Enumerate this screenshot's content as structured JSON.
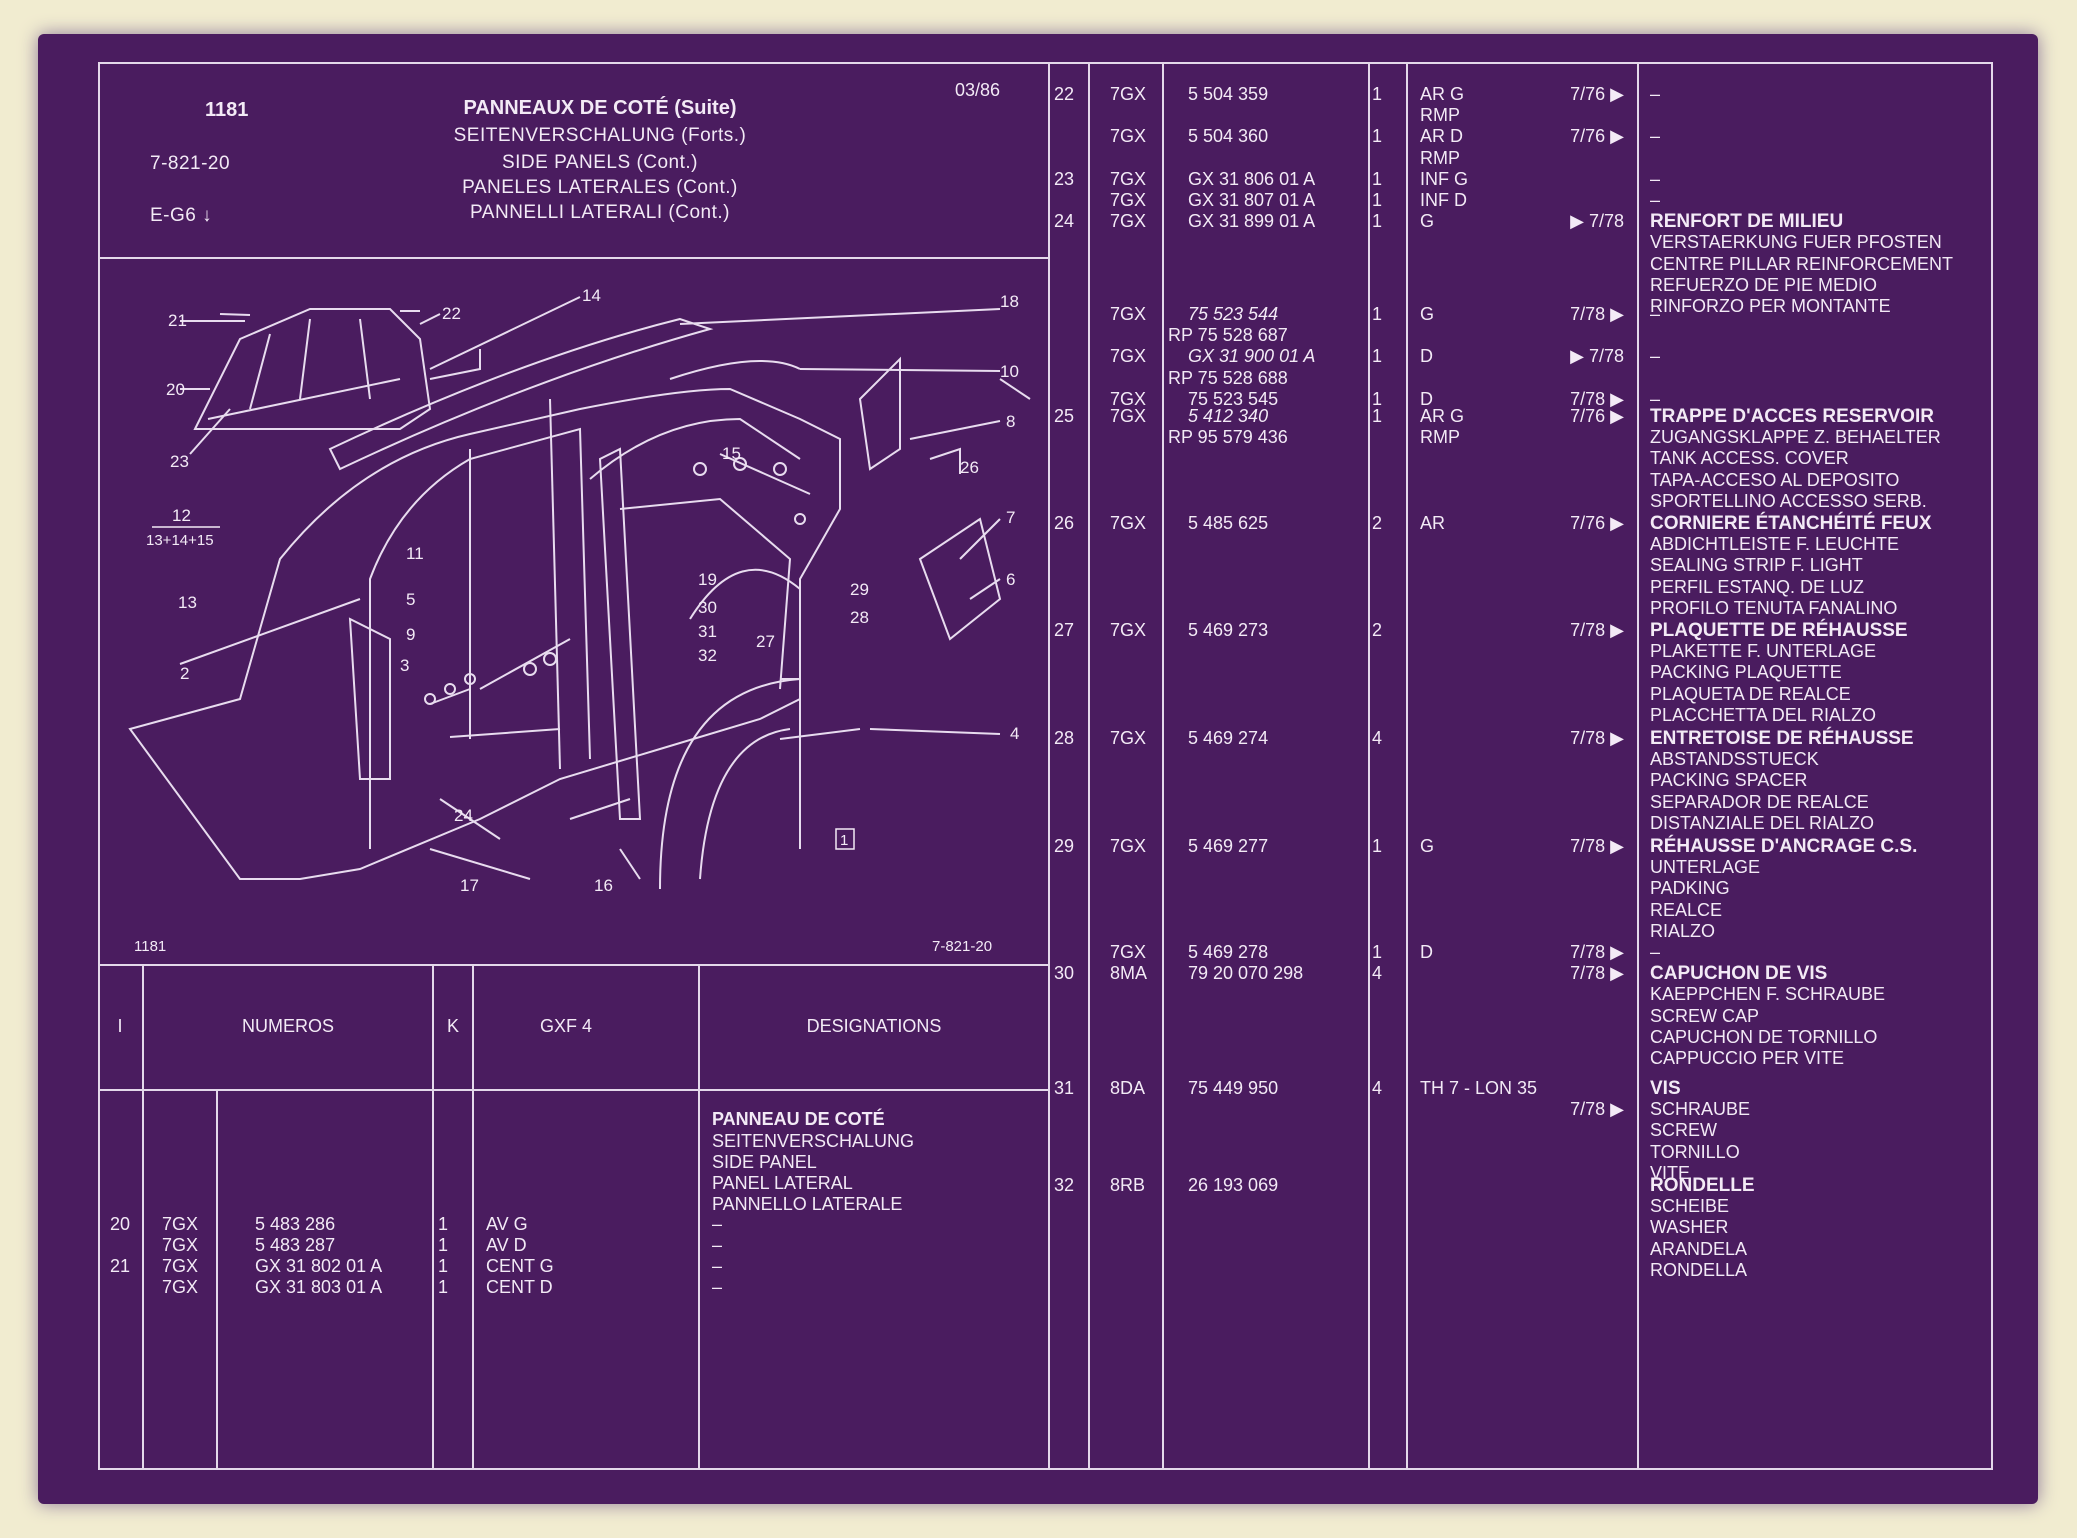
{
  "header": {
    "section": "1181",
    "ref": "7-821-20",
    "engine": "E-G6 ↓",
    "date": "03/86",
    "titles": [
      "PANNEAUX DE COTÉ (Suite)",
      "SEITENVERSCHALUNG (Forts.)",
      "SIDE PANELS (Cont.)",
      "PANELES LATERALES (Cont.)",
      "PANNELLI LATERALI (Cont.)"
    ]
  },
  "diagram": {
    "footer_left": "1181",
    "footer_right": "7-821-20",
    "callouts": [
      "21",
      "22",
      "14",
      "18",
      "10",
      "8",
      "26",
      "20",
      "23",
      "12",
      "13+14+15",
      "15",
      "7",
      "6",
      "11",
      "13",
      "5",
      "9",
      "19",
      "30",
      "29",
      "31",
      "28",
      "27",
      "32",
      "3",
      "2",
      "4",
      "24",
      "17",
      "16",
      "1"
    ]
  },
  "table_header": {
    "col_i": "I",
    "col_numeros": "NUMEROS",
    "col_k": "K",
    "col_gxf": "GXF 4",
    "col_designations": "DESIGNATIONS"
  },
  "left_panel": {
    "designation_lines": [
      "PANNEAU DE COTÉ",
      "SEITENVERSCHALUNG",
      "SIDE PANEL",
      "PANEL LATERAL",
      "PANNELLO LATERALE"
    ],
    "rows": [
      {
        "i": "20",
        "type": "7GX",
        "num": "5 483 286",
        "k": "1",
        "gxf": "AV G",
        "des": "–"
      },
      {
        "i": "",
        "type": "7GX",
        "num": "5 483 287",
        "k": "1",
        "gxf": "AV D",
        "des": "–"
      },
      {
        "i": "21",
        "type": "7GX",
        "num": "GX 31 802 01 A",
        "k": "1",
        "gxf": "CENT G",
        "des": "–"
      },
      {
        "i": "",
        "type": "7GX",
        "num": "GX 31 803 01 A",
        "k": "1",
        "gxf": "CENT D",
        "des": "–"
      }
    ]
  },
  "right_panel": {
    "rows": [
      {
        "i": "22",
        "type": "7GX",
        "num": "5 504 359",
        "k": "1",
        "gxf": "AR G",
        "date": "7/76 ▶",
        "des": "–"
      },
      {
        "i": "",
        "type": "",
        "num": "",
        "k": "",
        "gxf": "RMP",
        "date": "",
        "des": ""
      },
      {
        "i": "",
        "type": "7GX",
        "num": "5 504 360",
        "k": "1",
        "gxf": "AR D",
        "date": "7/76 ▶",
        "des": "–"
      },
      {
        "i": "",
        "type": "",
        "num": "",
        "k": "",
        "gxf": "RMP",
        "date": "",
        "des": ""
      },
      {
        "i": "23",
        "type": "7GX",
        "num": "GX 31 806 01 A",
        "k": "1",
        "gxf": "INF G",
        "date": "",
        "des": "–"
      },
      {
        "i": "",
        "type": "7GX",
        "num": "GX 31 807 01 A",
        "k": "1",
        "gxf": "INF D",
        "date": "",
        "des": "–"
      },
      {
        "i": "24",
        "type": "7GX",
        "num": "GX 31 899 01 A",
        "k": "1",
        "gxf": "G",
        "date": "▶ 7/78",
        "des": "RENFORT DE MILIEU",
        "bold": true
      },
      {
        "i": "",
        "type": "",
        "num": "",
        "k": "",
        "gxf": "",
        "date": "",
        "des": "VERSTAERKUNG FUER PFOSTEN"
      },
      {
        "i": "",
        "type": "",
        "num": "",
        "k": "",
        "gxf": "",
        "date": "",
        "des": "CENTRE PILLAR REINFORCEMENT"
      },
      {
        "i": "",
        "type": "",
        "num": "",
        "k": "",
        "gxf": "",
        "date": "",
        "des": "REFUERZO DE PIE MEDIO"
      },
      {
        "i": "",
        "type": "",
        "num": "",
        "k": "",
        "gxf": "",
        "date": "",
        "des": "RINFORZO PER MONTANTE"
      },
      {
        "i": "",
        "type": "7GX",
        "num": "75 523 544",
        "k": "1",
        "gxf": "G",
        "date": "7/78 ▶",
        "des": "–",
        "italic": true
      },
      {
        "i": "",
        "type": "",
        "num": "RP 75 528 687",
        "k": "",
        "gxf": "",
        "date": "",
        "des": "",
        "rp": true
      },
      {
        "i": "",
        "type": "7GX",
        "num": "GX 31 900 01 A",
        "k": "1",
        "gxf": "D",
        "date": "▶ 7/78",
        "des": "–",
        "italic": true
      },
      {
        "i": "",
        "type": "",
        "num": "RP 75 528 688",
        "k": "",
        "gxf": "",
        "date": "",
        "des": "",
        "rp": true
      },
      {
        "i": "",
        "type": "7GX",
        "num": "75 523 545",
        "k": "1",
        "gxf": "D",
        "date": "7/78 ▶",
        "des": "–"
      },
      {
        "i": "25",
        "type": "7GX",
        "num": "5 412 340",
        "k": "1",
        "gxf": "AR G",
        "date": "7/76 ▶",
        "des": "TRAPPE D'ACCES RESERVOIR",
        "bold": true,
        "italic": true
      },
      {
        "i": "",
        "type": "",
        "num": "RP 95 579 436",
        "k": "",
        "gxf": "RMP",
        "date": "",
        "des": "ZUGANGSKLAPPE Z. BEHAELTER",
        "rp": true
      },
      {
        "i": "",
        "type": "",
        "num": "",
        "k": "",
        "gxf": "",
        "date": "",
        "des": "TANK ACCESS. COVER"
      },
      {
        "i": "",
        "type": "",
        "num": "",
        "k": "",
        "gxf": "",
        "date": "",
        "des": "TAPA-ACCESO AL DEPOSITO"
      },
      {
        "i": "",
        "type": "",
        "num": "",
        "k": "",
        "gxf": "",
        "date": "",
        "des": "SPORTELLINO ACCESSO SERB."
      },
      {
        "i": "26",
        "type": "7GX",
        "num": "5 485 625",
        "k": "2",
        "gxf": "AR",
        "date": "7/76 ▶",
        "des": "CORNIERE ÉTANCHÉITÉ FEUX",
        "bold": true
      },
      {
        "i": "",
        "type": "",
        "num": "",
        "k": "",
        "gxf": "",
        "date": "",
        "des": "ABDICHTLEISTE F. LEUCHTE"
      },
      {
        "i": "",
        "type": "",
        "num": "",
        "k": "",
        "gxf": "",
        "date": "",
        "des": "SEALING STRIP F. LIGHT"
      },
      {
        "i": "",
        "type": "",
        "num": "",
        "k": "",
        "gxf": "",
        "date": "",
        "des": "PERFIL ESTANQ. DE LUZ"
      },
      {
        "i": "",
        "type": "",
        "num": "",
        "k": "",
        "gxf": "",
        "date": "",
        "des": "PROFILO TENUTA FANALINO"
      },
      {
        "i": "27",
        "type": "7GX",
        "num": "5 469 273",
        "k": "2",
        "gxf": "",
        "date": "7/78 ▶",
        "des": "PLAQUETTE DE RÉHAUSSE",
        "bold": true
      },
      {
        "i": "",
        "type": "",
        "num": "",
        "k": "",
        "gxf": "",
        "date": "",
        "des": "PLAKETTE F. UNTERLAGE"
      },
      {
        "i": "",
        "type": "",
        "num": "",
        "k": "",
        "gxf": "",
        "date": "",
        "des": "PACKING PLAQUETTE"
      },
      {
        "i": "",
        "type": "",
        "num": "",
        "k": "",
        "gxf": "",
        "date": "",
        "des": "PLAQUETA DE REALCE"
      },
      {
        "i": "",
        "type": "",
        "num": "",
        "k": "",
        "gxf": "",
        "date": "",
        "des": "PLACCHETTA DEL RIALZO"
      },
      {
        "i": "28",
        "type": "7GX",
        "num": "5 469 274",
        "k": "4",
        "gxf": "",
        "date": "7/78 ▶",
        "des": "ENTRETOISE DE RÉHAUSSE",
        "bold": true
      },
      {
        "i": "",
        "type": "",
        "num": "",
        "k": "",
        "gxf": "",
        "date": "",
        "des": "ABSTANDSSTUECK"
      },
      {
        "i": "",
        "type": "",
        "num": "",
        "k": "",
        "gxf": "",
        "date": "",
        "des": "PACKING SPACER"
      },
      {
        "i": "",
        "type": "",
        "num": "",
        "k": "",
        "gxf": "",
        "date": "",
        "des": "SEPARADOR DE REALCE"
      },
      {
        "i": "",
        "type": "",
        "num": "",
        "k": "",
        "gxf": "",
        "date": "",
        "des": "DISTANZIALE DEL RIALZO"
      },
      {
        "i": "29",
        "type": "7GX",
        "num": "5 469 277",
        "k": "1",
        "gxf": "G",
        "date": "7/78 ▶",
        "des": "RÉHAUSSE D'ANCRAGE C.S.",
        "bold": true
      },
      {
        "i": "",
        "type": "",
        "num": "",
        "k": "",
        "gxf": "",
        "date": "",
        "des": "UNTERLAGE"
      },
      {
        "i": "",
        "type": "",
        "num": "",
        "k": "",
        "gxf": "",
        "date": "",
        "des": "PADKING"
      },
      {
        "i": "",
        "type": "",
        "num": "",
        "k": "",
        "gxf": "",
        "date": "",
        "des": "REALCE"
      },
      {
        "i": "",
        "type": "",
        "num": "",
        "k": "",
        "gxf": "",
        "date": "",
        "des": "RIALZO"
      },
      {
        "i": "",
        "type": "7GX",
        "num": "5 469 278",
        "k": "1",
        "gxf": "D",
        "date": "7/78 ▶",
        "des": "–"
      },
      {
        "i": "30",
        "type": "8MA",
        "num": "79 20 070 298",
        "k": "4",
        "gxf": "",
        "date": "7/78 ▶",
        "des": "CAPUCHON DE VIS",
        "bold": true
      },
      {
        "i": "",
        "type": "",
        "num": "",
        "k": "",
        "gxf": "",
        "date": "",
        "des": "KAEPPCHEN F. SCHRAUBE"
      },
      {
        "i": "",
        "type": "",
        "num": "",
        "k": "",
        "gxf": "",
        "date": "",
        "des": "SCREW CAP"
      },
      {
        "i": "",
        "type": "",
        "num": "",
        "k": "",
        "gxf": "",
        "date": "",
        "des": "CAPUCHON DE TORNILLO"
      },
      {
        "i": "",
        "type": "",
        "num": "",
        "k": "",
        "gxf": "",
        "date": "",
        "des": "CAPPUCCIO PER VITE"
      },
      {
        "i": "31",
        "type": "8DA",
        "num": "75 449 950",
        "k": "4",
        "gxf": "TH 7 - LON 35",
        "date": "",
        "des": "VIS",
        "bold": true
      },
      {
        "i": "",
        "type": "",
        "num": "",
        "k": "",
        "gxf": "",
        "date": "7/78 ▶",
        "des": "SCHRAUBE"
      },
      {
        "i": "",
        "type": "",
        "num": "",
        "k": "",
        "gxf": "",
        "date": "",
        "des": "SCREW"
      },
      {
        "i": "",
        "type": "",
        "num": "",
        "k": "",
        "gxf": "",
        "date": "",
        "des": "TORNILLO"
      },
      {
        "i": "",
        "type": "",
        "num": "",
        "k": "",
        "gxf": "",
        "date": "",
        "des": "VITE"
      },
      {
        "i": "32",
        "type": "8RB",
        "num": "26 193 069",
        "k": "",
        "gxf": "",
        "date": "",
        "des": "RONDELLE",
        "bold": true
      },
      {
        "i": "",
        "type": "",
        "num": "",
        "k": "",
        "gxf": "",
        "date": "",
        "des": "SCHEIBE"
      },
      {
        "i": "",
        "type": "",
        "num": "",
        "k": "",
        "gxf": "",
        "date": "",
        "des": "WASHER"
      },
      {
        "i": "",
        "type": "",
        "num": "",
        "k": "",
        "gxf": "",
        "date": "",
        "des": "ARANDELA"
      },
      {
        "i": "",
        "type": "",
        "num": "",
        "k": "",
        "gxf": "",
        "date": "",
        "des": "RONDELLA"
      }
    ]
  },
  "colors": {
    "background": "#f1ecd0",
    "sheet": "#4a1c5f",
    "ink": "#f3eaf6"
  }
}
